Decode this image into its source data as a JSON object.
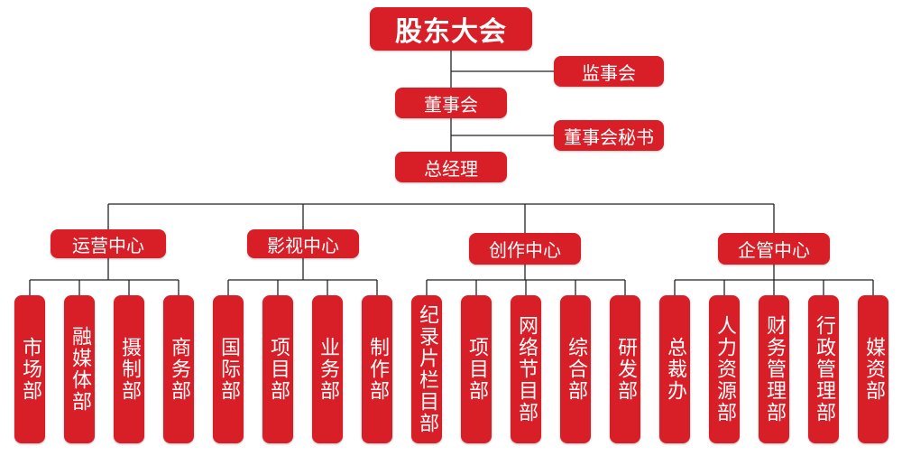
{
  "colors": {
    "accent": "#d81e27",
    "line": "#222222"
  },
  "nodes": {
    "root": "股东大会",
    "supervisory": "监事会",
    "board": "董事会",
    "secretary": "董事会秘书",
    "gm": "总经理"
  },
  "centers": [
    {
      "label": "运营中心",
      "depts": [
        "市场部",
        "融媒体部",
        "摄制部",
        "商务部"
      ]
    },
    {
      "label": "影视中心",
      "depts": [
        "国际部",
        "项目部",
        "业务部",
        "制作部"
      ]
    },
    {
      "label": "创作中心",
      "depts": [
        "纪录片栏目部",
        "项目部",
        "网络节目部",
        "综合部",
        "研发部"
      ]
    },
    {
      "label": "企管中心",
      "depts": [
        "总裁办",
        "人力资源部",
        "财务管理部",
        "行政管理部",
        "媒资部"
      ]
    }
  ]
}
